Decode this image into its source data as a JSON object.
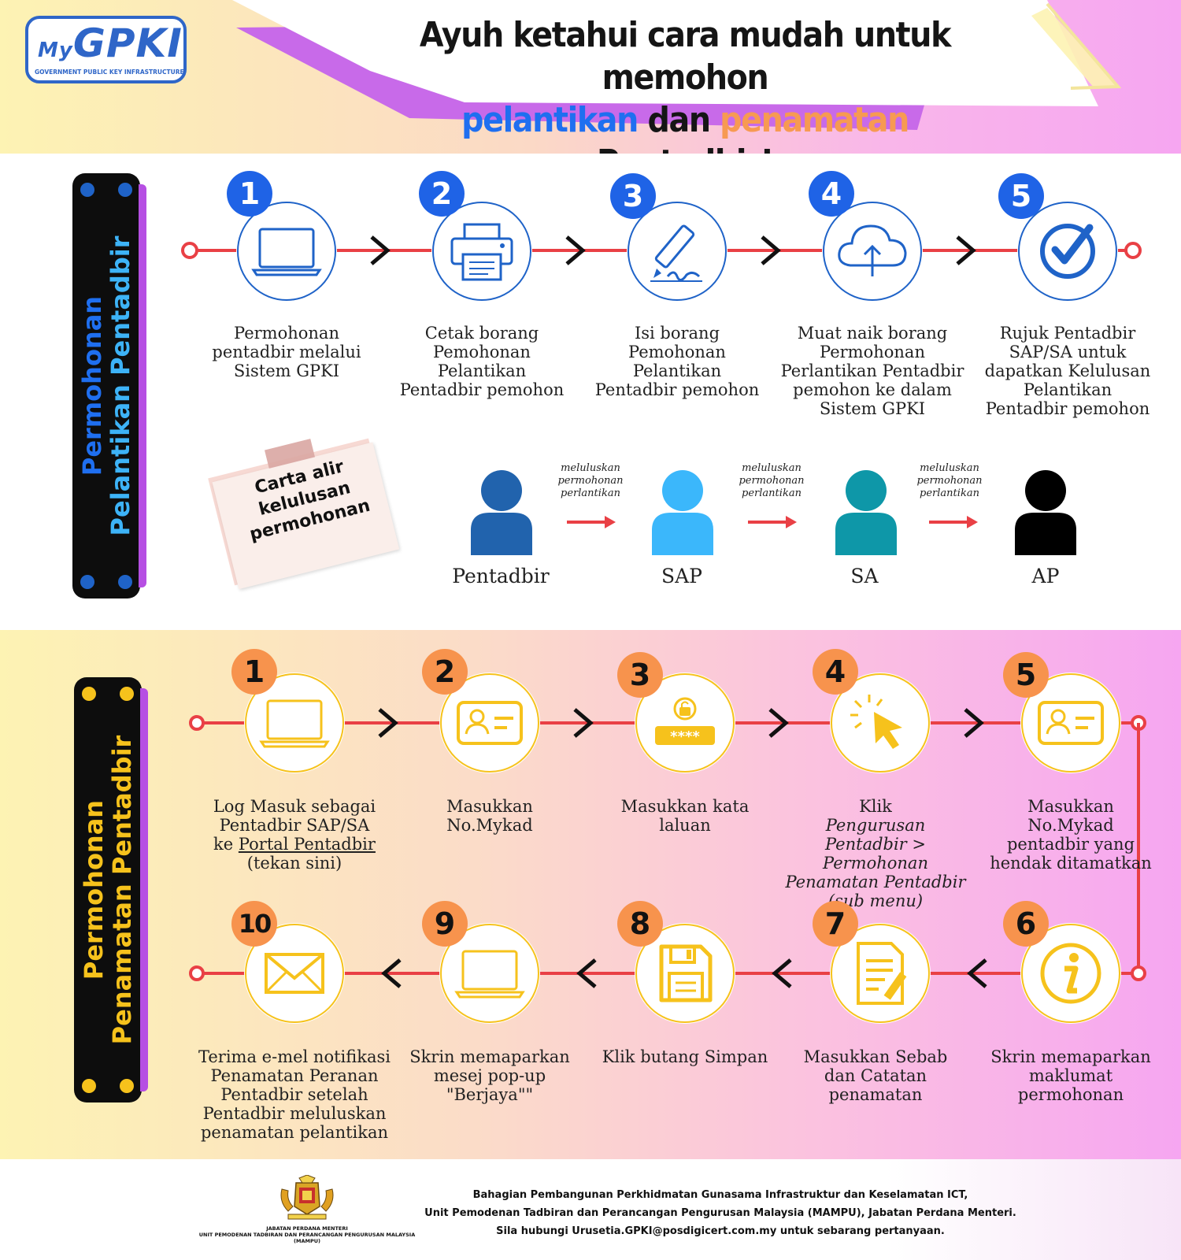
{
  "header": {
    "logo": {
      "prefix": "My",
      "main": "GPKI",
      "subtitle": "GOVERNMENT PUBLIC KEY INFRASTRUCTURE"
    },
    "title_line1": "Ayuh ketahui cara mudah untuk memohon",
    "title_word_blue": "pelantikan",
    "title_word_dan": " dan ",
    "title_word_orange": "penamatan",
    "title_word_end": " Pentadbir!"
  },
  "colors": {
    "blue": "#1f63e6",
    "orange": "#f7934d",
    "red_line": "#e94045",
    "yellow": "#f6c21c",
    "purple": "#b64fe3"
  },
  "appointment": {
    "tab_line1": "Permohonan",
    "tab_line2": "Pelantikan Pentadbir",
    "steps": [
      {
        "num": "1",
        "icon": "laptop-icon",
        "text": "Permohonan pentadbir melalui Sistem GPKI"
      },
      {
        "num": "2",
        "icon": "printer-icon",
        "text": "Cetak borang Pemohonan Pelantikan Pentadbir pemohon"
      },
      {
        "num": "3",
        "icon": "pen-signature-icon",
        "text": "Isi borang Pemohonan Pelantikan Pentadbir pemohon"
      },
      {
        "num": "4",
        "icon": "cloud-upload-icon",
        "text": "Muat naik borang Permohonan Perlantikan Pentadbir pemohon ke dalam Sistem GPKI"
      },
      {
        "num": "5",
        "icon": "check-circle-icon",
        "text": "Rujuk Pentadbir SAP/SA untuk dapatkan Kelulusan Pelantikan Pentadbir pemohon"
      }
    ],
    "note": "Carta alir kelulusan permohonan",
    "approval_flow": [
      {
        "label": "Pentadbir",
        "color": "#2163ad"
      },
      {
        "label": "SAP",
        "color": "#3bb7fb"
      },
      {
        "label": "SA",
        "color": "#0e97a8"
      },
      {
        "label": "AP",
        "color": "#000000"
      }
    ],
    "arrow_label": "meluluskan permohonan perlantikan"
  },
  "termination": {
    "tab_line1": "Permohonan",
    "tab_line2": "Penamatan Pentadbir",
    "steps": [
      {
        "num": "1",
        "icon": "laptop-icon",
        "text_a": "Log Masuk sebagai Pentadbir SAP/SA ke ",
        "link": "Portal Pentadbir",
        "text_b": " (tekan sini)"
      },
      {
        "num": "2",
        "icon": "id-card-icon",
        "text": "Masukkan No.Mykad"
      },
      {
        "num": "3",
        "icon": "password-lock-icon",
        "text": "Masukkan kata laluan"
      },
      {
        "num": "4",
        "icon": "cursor-click-icon",
        "text_a": "Klik",
        "text_b": "Pengurusan Pentadbir > Permohonan Penamatan Pentadbir (sub menu)"
      },
      {
        "num": "5",
        "icon": "id-card-icon",
        "text": "Masukkan No.Mykad pentadbir yang hendak ditamatkan"
      },
      {
        "num": "6",
        "icon": "info-icon",
        "text": "Skrin memaparkan maklumat permohonan"
      },
      {
        "num": "7",
        "icon": "document-edit-icon",
        "text": "Masukkan Sebab dan Catatan penamatan"
      },
      {
        "num": "8",
        "icon": "save-floppy-icon",
        "text": "Klik butang Simpan"
      },
      {
        "num": "9",
        "icon": "laptop-icon",
        "text": "Skrin memaparkan mesej pop-up \"Berjaya\"\""
      },
      {
        "num": "10",
        "icon": "envelope-icon",
        "text": "Terima e-mel notifikasi Penamatan Peranan Pentadbir setelah Pentadbir meluluskan penamatan pelantikan"
      }
    ]
  },
  "footer": {
    "crest_name": "JABATAN PERDANA MENTERI",
    "crest_org": "UNIT PEMODENAN TADBIRAN DAN PERANCANGAN PENGURUSAN MALAYSIA",
    "crest_abbr": "(MAMPU)",
    "line1": "Bahagian Pembangunan Perkhidmatan Gunasama Infrastruktur dan Keselamatan ICT,",
    "line2": "Unit Pemodenan Tadbiran dan Perancangan Pengurusan Malaysia (MAMPU), Jabatan Perdana Menteri.",
    "line3": "Sila hubungi Urusetia.GPKI@posdigicert.com.my untuk sebarang pertanyaan."
  }
}
